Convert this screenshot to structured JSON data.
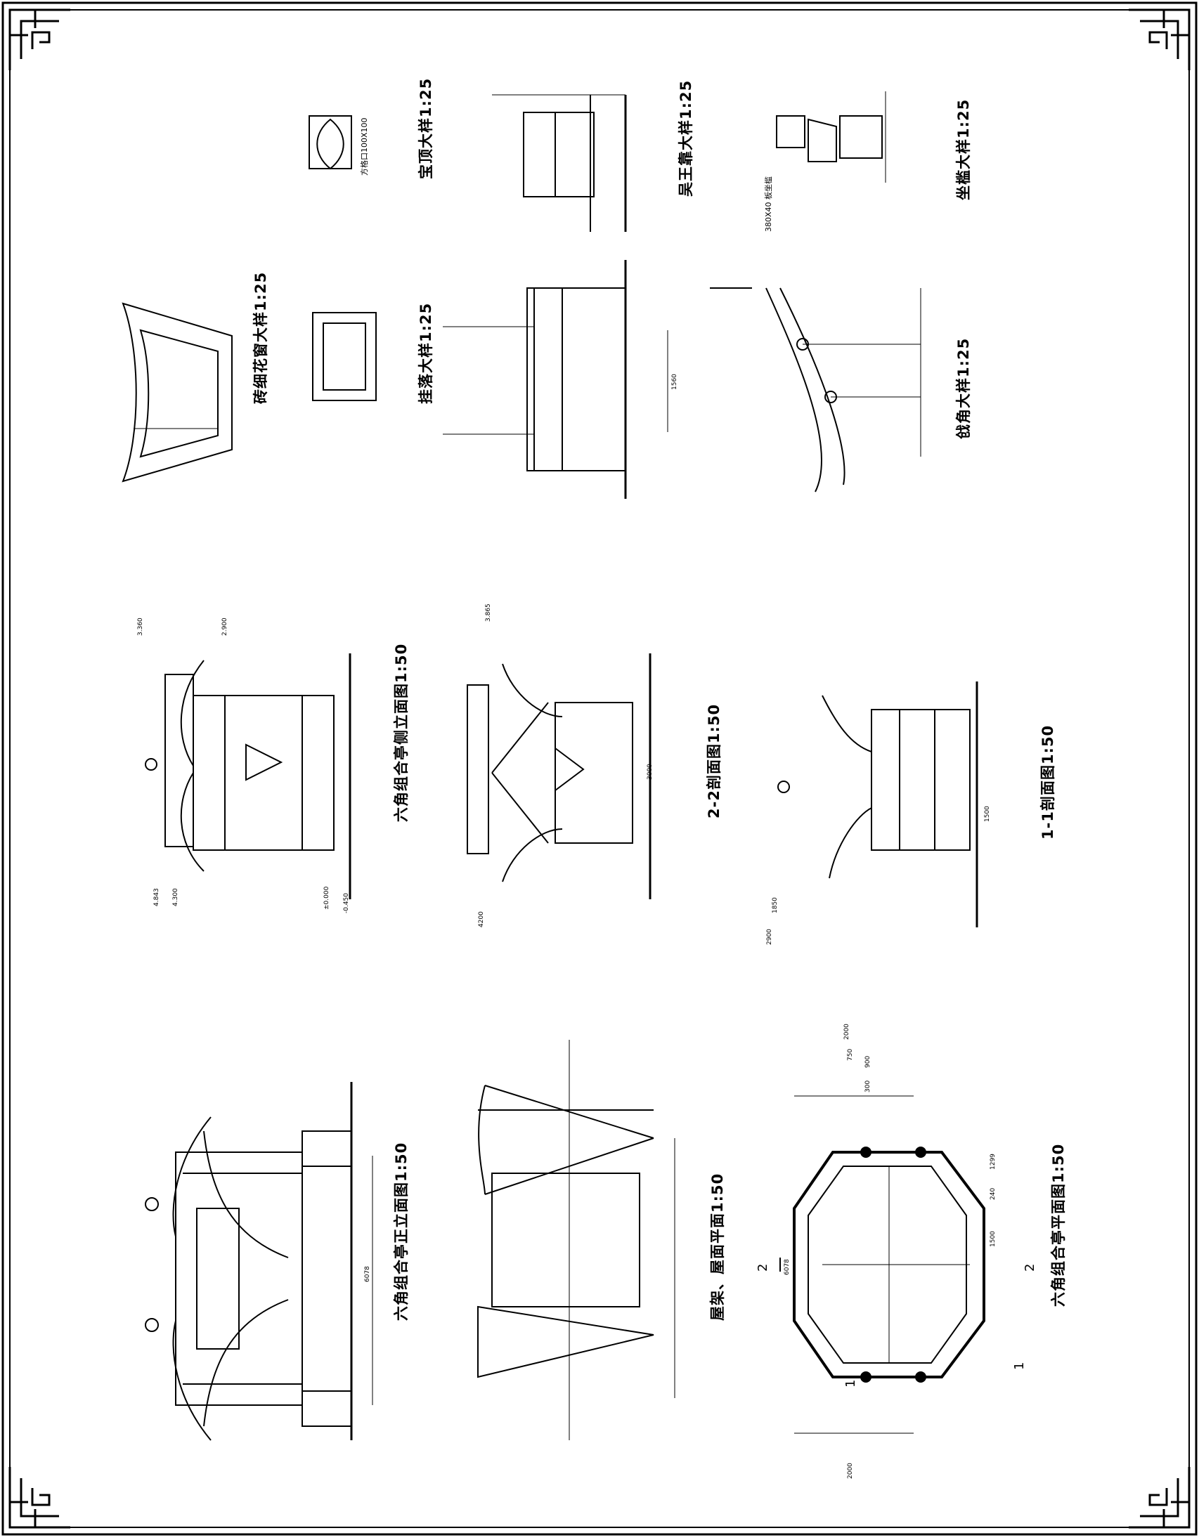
{
  "drawings": {
    "front_elevation": "六角组合亭正立面图1:50",
    "side_elevation": "六角组合亭侧立面图1:50",
    "plan": "六角组合亭平面图1:50",
    "roof_frame_plan": "屋架、屋面平面1:50",
    "section_2_2": "2-2剖面图1:50",
    "section_1_1": "1-1剖面图1:50",
    "brick_window": "砖细花窗大样1:25",
    "hanging_fascia": "挂落大样1:25",
    "finial": "宝顶大样1:25",
    "flying_corner": "戗角大样1:25",
    "meiren_kao": "吴王靠大样1:25",
    "bench": "坐槛大样1:25"
  },
  "notes": {
    "window_size": "方格口100X100",
    "bench_timber": "380X40 板坐槛"
  },
  "dimensions": {
    "plan_overall": "6078",
    "front_overall": "6078",
    "plan_2000": "2000",
    "plan_1500": "1500",
    "plan_750": "750",
    "plan_300": "300",
    "plan_900": "900",
    "plan_1299": "1299",
    "plan_240": "240",
    "section_4200": "4200",
    "section_3000": "3000",
    "section_2900": "2900",
    "section_1850": "1850",
    "section_1500": "1500",
    "hanging_1560": "1560",
    "elev_4843": "4.843",
    "elev_4300": "4.300",
    "elev_2900": "2.900",
    "elev_0": "±0.000",
    "elev_m450": "-0.450",
    "elev_3865": "3.865",
    "elev_3360": "3.360"
  },
  "section_labels": {
    "cut_1": "1",
    "cut_2": "2"
  }
}
